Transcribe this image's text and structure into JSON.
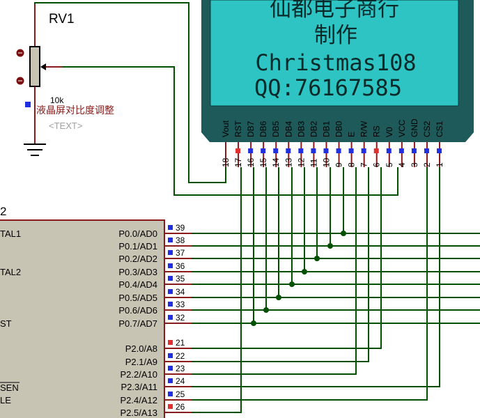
{
  "pot": {
    "ref": "RV1",
    "value": "10k",
    "desc": "液晶屏对比度调整",
    "text_placeholder": "<TEXT>"
  },
  "lcd": {
    "line1": "仙都电子商行",
    "line2": "制作",
    "line3": "Christmas108",
    "line4": "QQ:76167585",
    "pins": [
      {
        "name": "Vout",
        "num": "18"
      },
      {
        "name": "RST",
        "num": "17"
      },
      {
        "name": "DB7",
        "num": "16"
      },
      {
        "name": "DB6",
        "num": "15"
      },
      {
        "name": "DB5",
        "num": "14"
      },
      {
        "name": "DB4",
        "num": "13"
      },
      {
        "name": "DB3",
        "num": "12"
      },
      {
        "name": "DB2",
        "num": "11"
      },
      {
        "name": "DB1",
        "num": "10"
      },
      {
        "name": "DB0",
        "num": "9"
      },
      {
        "name": "E",
        "num": "8"
      },
      {
        "name": "R/W",
        "num": "7"
      },
      {
        "name": "RS",
        "num": "6"
      },
      {
        "name": "V0",
        "num": "5"
      },
      {
        "name": "VCC",
        "num": "4"
      },
      {
        "name": "GND",
        "num": "3"
      },
      {
        "name": "CS2",
        "num": "2"
      },
      {
        "name": "CS1",
        "num": "1"
      }
    ]
  },
  "mcu": {
    "ref_partial": "2",
    "left_labels": [
      "TAL1",
      "TAL2",
      "ST",
      "SEN",
      "LE"
    ],
    "pins": [
      {
        "name": "P0.0/AD0",
        "num": "39"
      },
      {
        "name": "P0.1/AD1",
        "num": "38"
      },
      {
        "name": "P0.2/AD2",
        "num": "37"
      },
      {
        "name": "P0.3/AD3",
        "num": "36"
      },
      {
        "name": "P0.4/AD4",
        "num": "35"
      },
      {
        "name": "P0.5/AD5",
        "num": "34"
      },
      {
        "name": "P0.6/AD6",
        "num": "33"
      },
      {
        "name": "P0.7/AD7",
        "num": "32"
      },
      {
        "name": "P2.0/A8",
        "num": "21"
      },
      {
        "name": "P2.1/A9",
        "num": "22"
      },
      {
        "name": "P2.2/A10",
        "num": "23"
      },
      {
        "name": "P2.3/A11",
        "num": "24"
      },
      {
        "name": "P2.4/A12",
        "num": "25"
      },
      {
        "name": "P2.5/A13",
        "num": "26"
      }
    ]
  },
  "colors": {
    "wire": "#005000",
    "component": "#8b1a1a",
    "lcd_body": "#1e5a5a",
    "lcd_screen": "#2ec4c4",
    "mcu_body": "#c8c4b4",
    "pin_blue": "#2030e0",
    "pin_red": "#e03030"
  }
}
